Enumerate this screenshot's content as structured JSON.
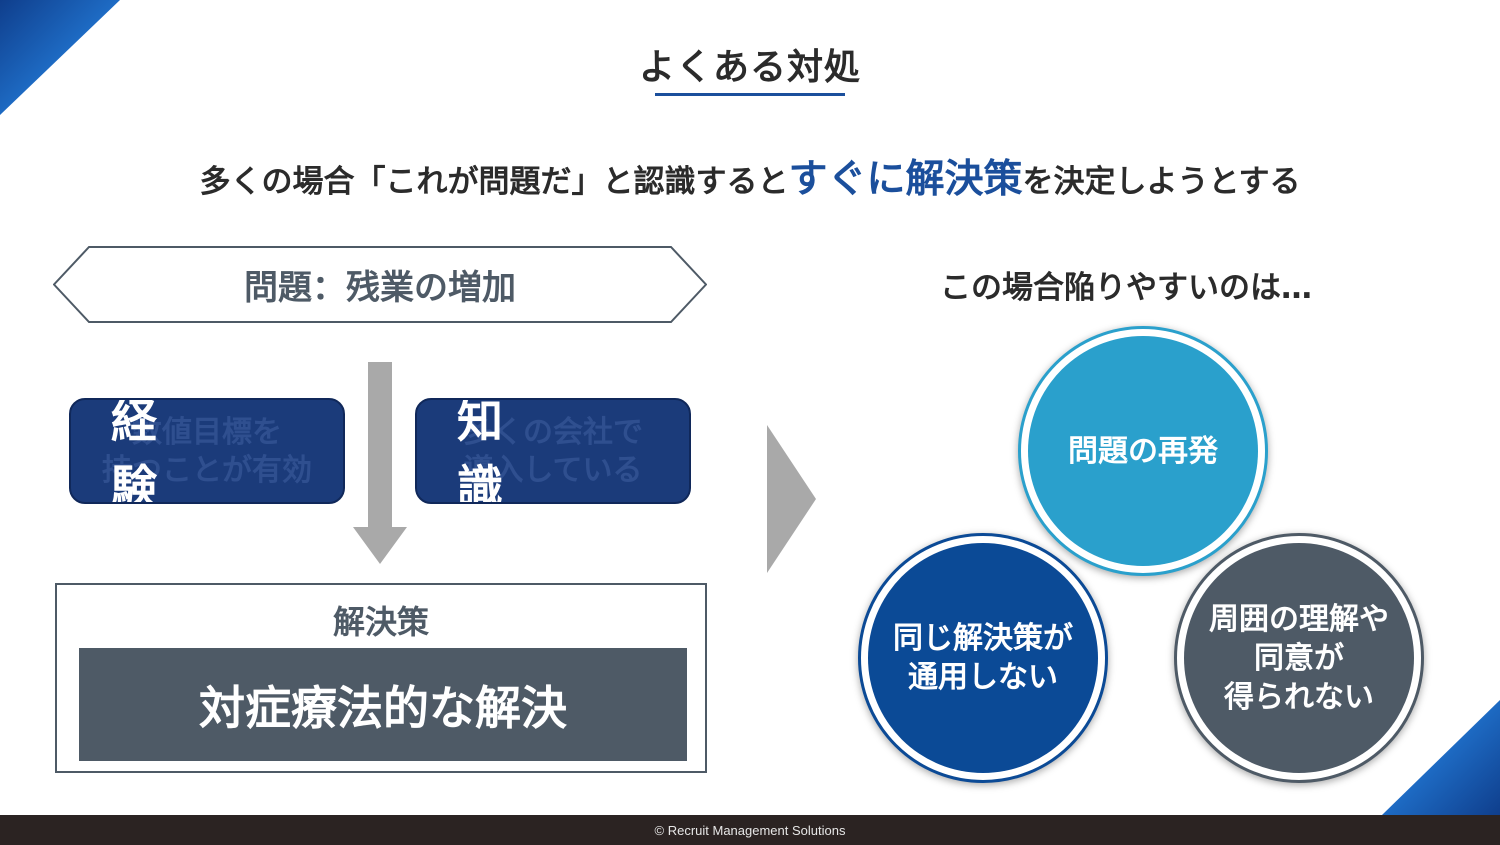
{
  "header": {
    "title": "よくある対処"
  },
  "lead": {
    "before": "多くの場合「これが問題だ」と認識すると",
    "emphasis": "すぐに解決策",
    "after": "を決定しようとする"
  },
  "problem": {
    "label": "問題：残業の増加"
  },
  "factors": [
    {
      "label": "経　験",
      "ghost_line1": "数値目標を",
      "ghost_line2": "持つことが有効"
    },
    {
      "label": "知　識",
      "ghost_line1": "多くの会社で",
      "ghost_line2": "導入している"
    }
  ],
  "solution": {
    "label": "解決策",
    "value": "対症療法的な解決"
  },
  "pitfalls": {
    "title": "この場合陥りやすいのは…",
    "items": [
      {
        "line1": "問題の再発"
      },
      {
        "line1": "同じ解決策が",
        "line2": "通用しない"
      },
      {
        "line1": "周囲の理解や",
        "line2": "同意が",
        "line3": "得られない"
      }
    ]
  },
  "footer": {
    "copyright": "© Recruit Management Solutions"
  },
  "colors": {
    "navy": "#1b3b7a",
    "brand_blue": "#1b4f9c",
    "light_blue": "#2aa0cc",
    "deep_blue": "#0b4a96",
    "slate": "#4e5a66",
    "arrow_gray": "#a9a9a9"
  }
}
